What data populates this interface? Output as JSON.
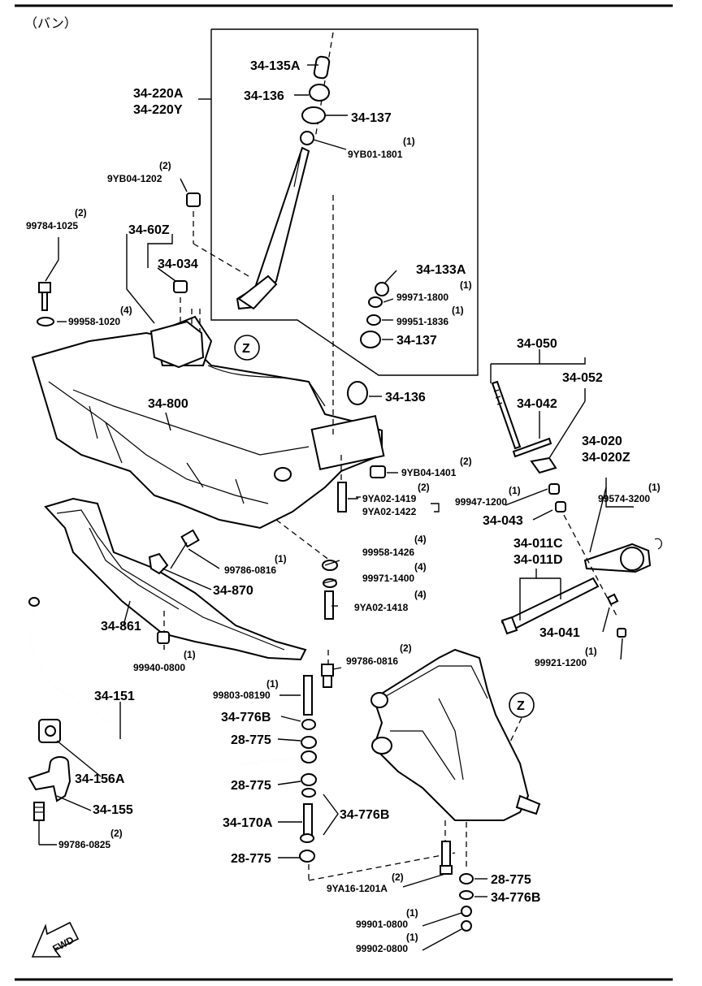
{
  "header": "（バン）",
  "callouts": {
    "p34_135A": "34-135A",
    "p34_136a": "34-136",
    "p34_137a": "34-137",
    "p9YB01": "9YB01-1801",
    "q9YB01": "(1)",
    "p34_220A": "34-220A",
    "p34_220Y": "34-220Y",
    "p9YB04_1202": "9YB04-1202",
    "q9YB04_1202": "(2)",
    "p99784": "99784-1025",
    "q99784": "(2)",
    "p34_60Z": "34-60Z",
    "p34_034": "34-034",
    "p99958_1020": "99958-1020",
    "q99958_1020": "(4)",
    "p34_133A": "34-133A",
    "p99971_1800": "99971-1800",
    "q99971_1800": "(1)",
    "p99951": "99951-1836",
    "q99951": "(1)",
    "p34_137b": "34-137",
    "p34_136b": "34-136",
    "p34_050": "34-050",
    "p34_052": "34-052",
    "p34_042": "34-042",
    "p34_800": "34-800",
    "p34_020": "34-020",
    "p34_020Z": "34-020Z",
    "p9YB04_1401": "9YB04-1401",
    "q9YB04_1401": "(2)",
    "p9YA02_1419": "9YA02-1419",
    "p9YA02_1422": "9YA02-1422",
    "q9YA02_1419": "(2)",
    "p99947": "99947-1200",
    "q99947": "(1)",
    "p99574": "99574-3200",
    "q99574": "(1)",
    "p34_043": "34-043",
    "p34_011C": "34-011C",
    "p34_011D": "34-011D",
    "p99958_1426": "99958-1426",
    "q99958_1426": "(4)",
    "p99786_0816a": "99786-0816",
    "q99786_0816a": "(1)",
    "p99971_1400": "99971-1400",
    "q99971_1400": "(4)",
    "p34_870": "34-870",
    "p9YA02_1418": "9YA02-1418",
    "q9YA02_1418": "(4)",
    "p34_861": "34-861",
    "p34_041": "34-041",
    "p99940": "99940-0800",
    "q99940": "(1)",
    "p99921": "99921-1200",
    "q99921": "(1)",
    "p99786_0816b": "99786-0816",
    "q99786_0816b": "(2)",
    "p34_151": "34-151",
    "p99803": "99803-08190",
    "q99803": "(1)",
    "p34_776B_a": "34-776B",
    "p28_775_a": "28-775",
    "p34_156A": "34-156A",
    "p28_775_b": "28-775",
    "p34_155": "34-155",
    "p34_170A": "34-170A",
    "p34_776B_b": "34-776B",
    "p99786_0825": "99786-0825",
    "q99786_0825": "(2)",
    "p28_775_c": "28-775",
    "p9YA16": "9YA16-1201A",
    "q9YA16": "(2)",
    "p28_775_d": "28-775",
    "p34_776B_c": "34-776B",
    "p99901": "99901-0800",
    "q99901": "(1)",
    "p99902": "99902-0800",
    "q99902": "(1)",
    "zMarker": "Z",
    "fwd": "FWD"
  }
}
